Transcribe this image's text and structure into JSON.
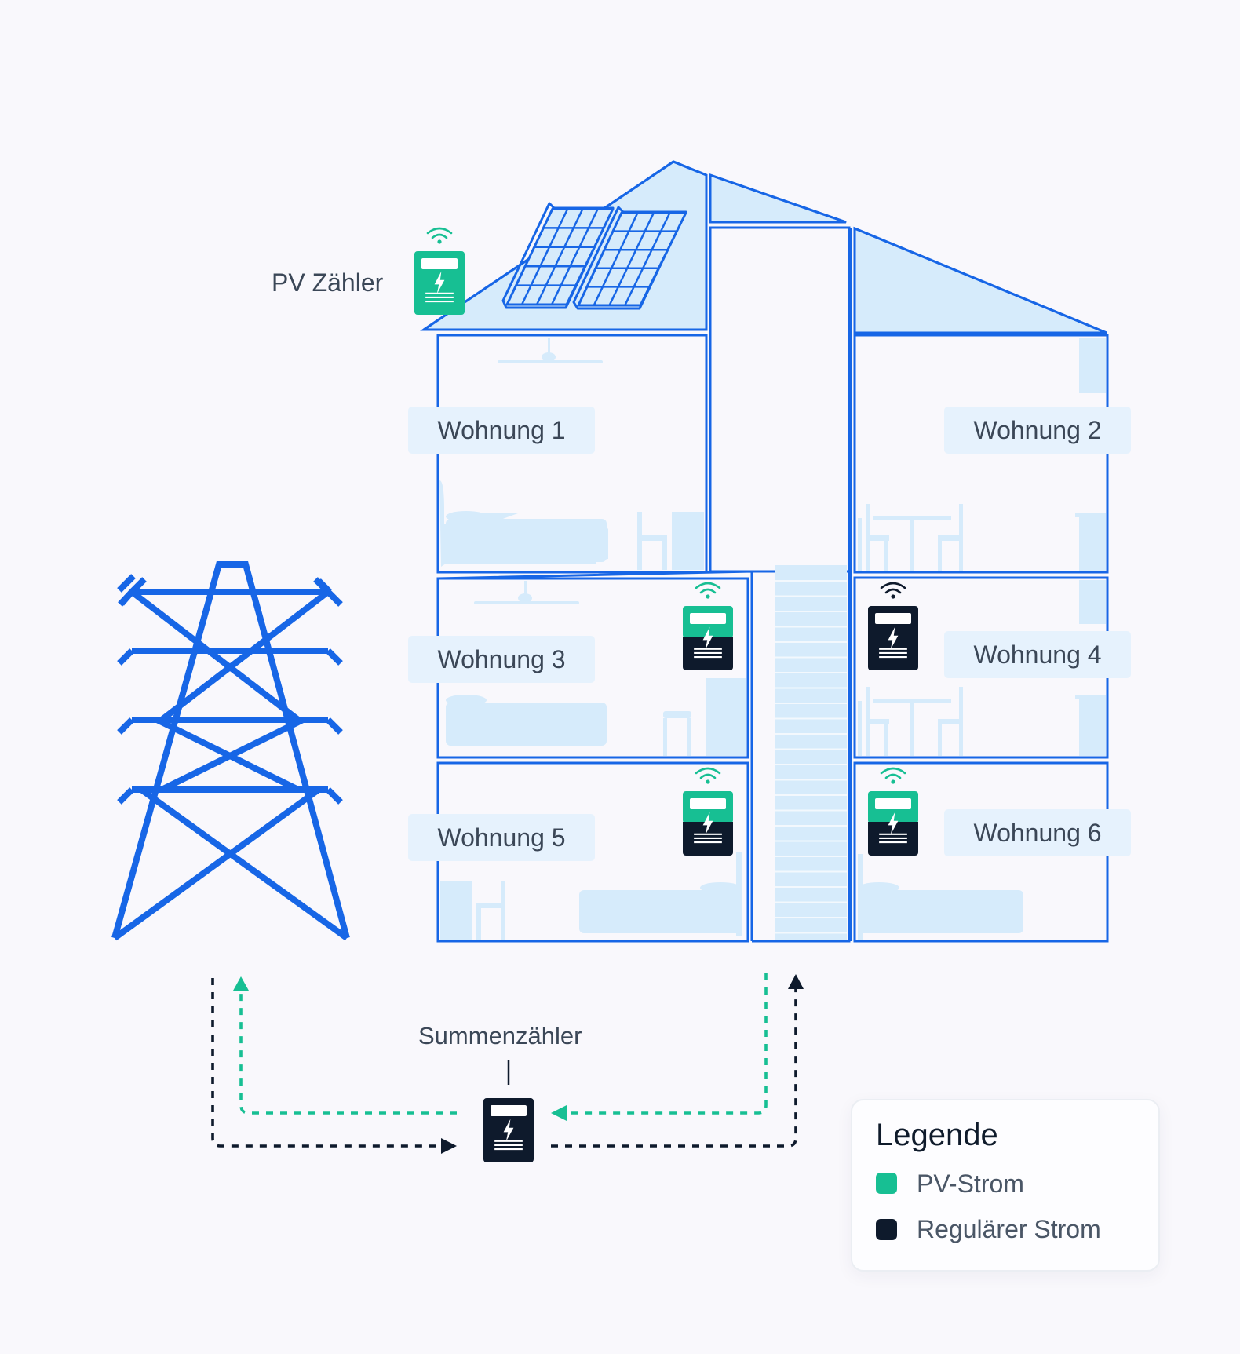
{
  "labels": {
    "pv_meter": "PV Zähler",
    "sum_meter": "Summenzähler"
  },
  "apartments": [
    {
      "name": "Wohnung 1",
      "meter": "none"
    },
    {
      "name": "Wohnung 2",
      "meter": "none"
    },
    {
      "name": "Wohnung 3",
      "meter": "pv-and-regular"
    },
    {
      "name": "Wohnung 4",
      "meter": "regular"
    },
    {
      "name": "Wohnung 5",
      "meter": "pv-and-regular"
    },
    {
      "name": "Wohnung 6",
      "meter": "pv-and-regular"
    }
  ],
  "legend": {
    "title": "Legende",
    "items": [
      {
        "label": "PV-Strom",
        "color": "#17bf93"
      },
      {
        "label": "Regulärer Strom",
        "color": "#0e1a2c"
      }
    ]
  },
  "colors": {
    "structure": "#1766e6",
    "fill_light": "#d6ebfb",
    "pv": "#17bf93",
    "regular": "#0e1a2c",
    "background": "#f9f8fc"
  },
  "icons": [
    "power-pylon-icon",
    "solar-panel-icon",
    "smart-meter-icon",
    "wifi-icon",
    "lightning-icon"
  ]
}
